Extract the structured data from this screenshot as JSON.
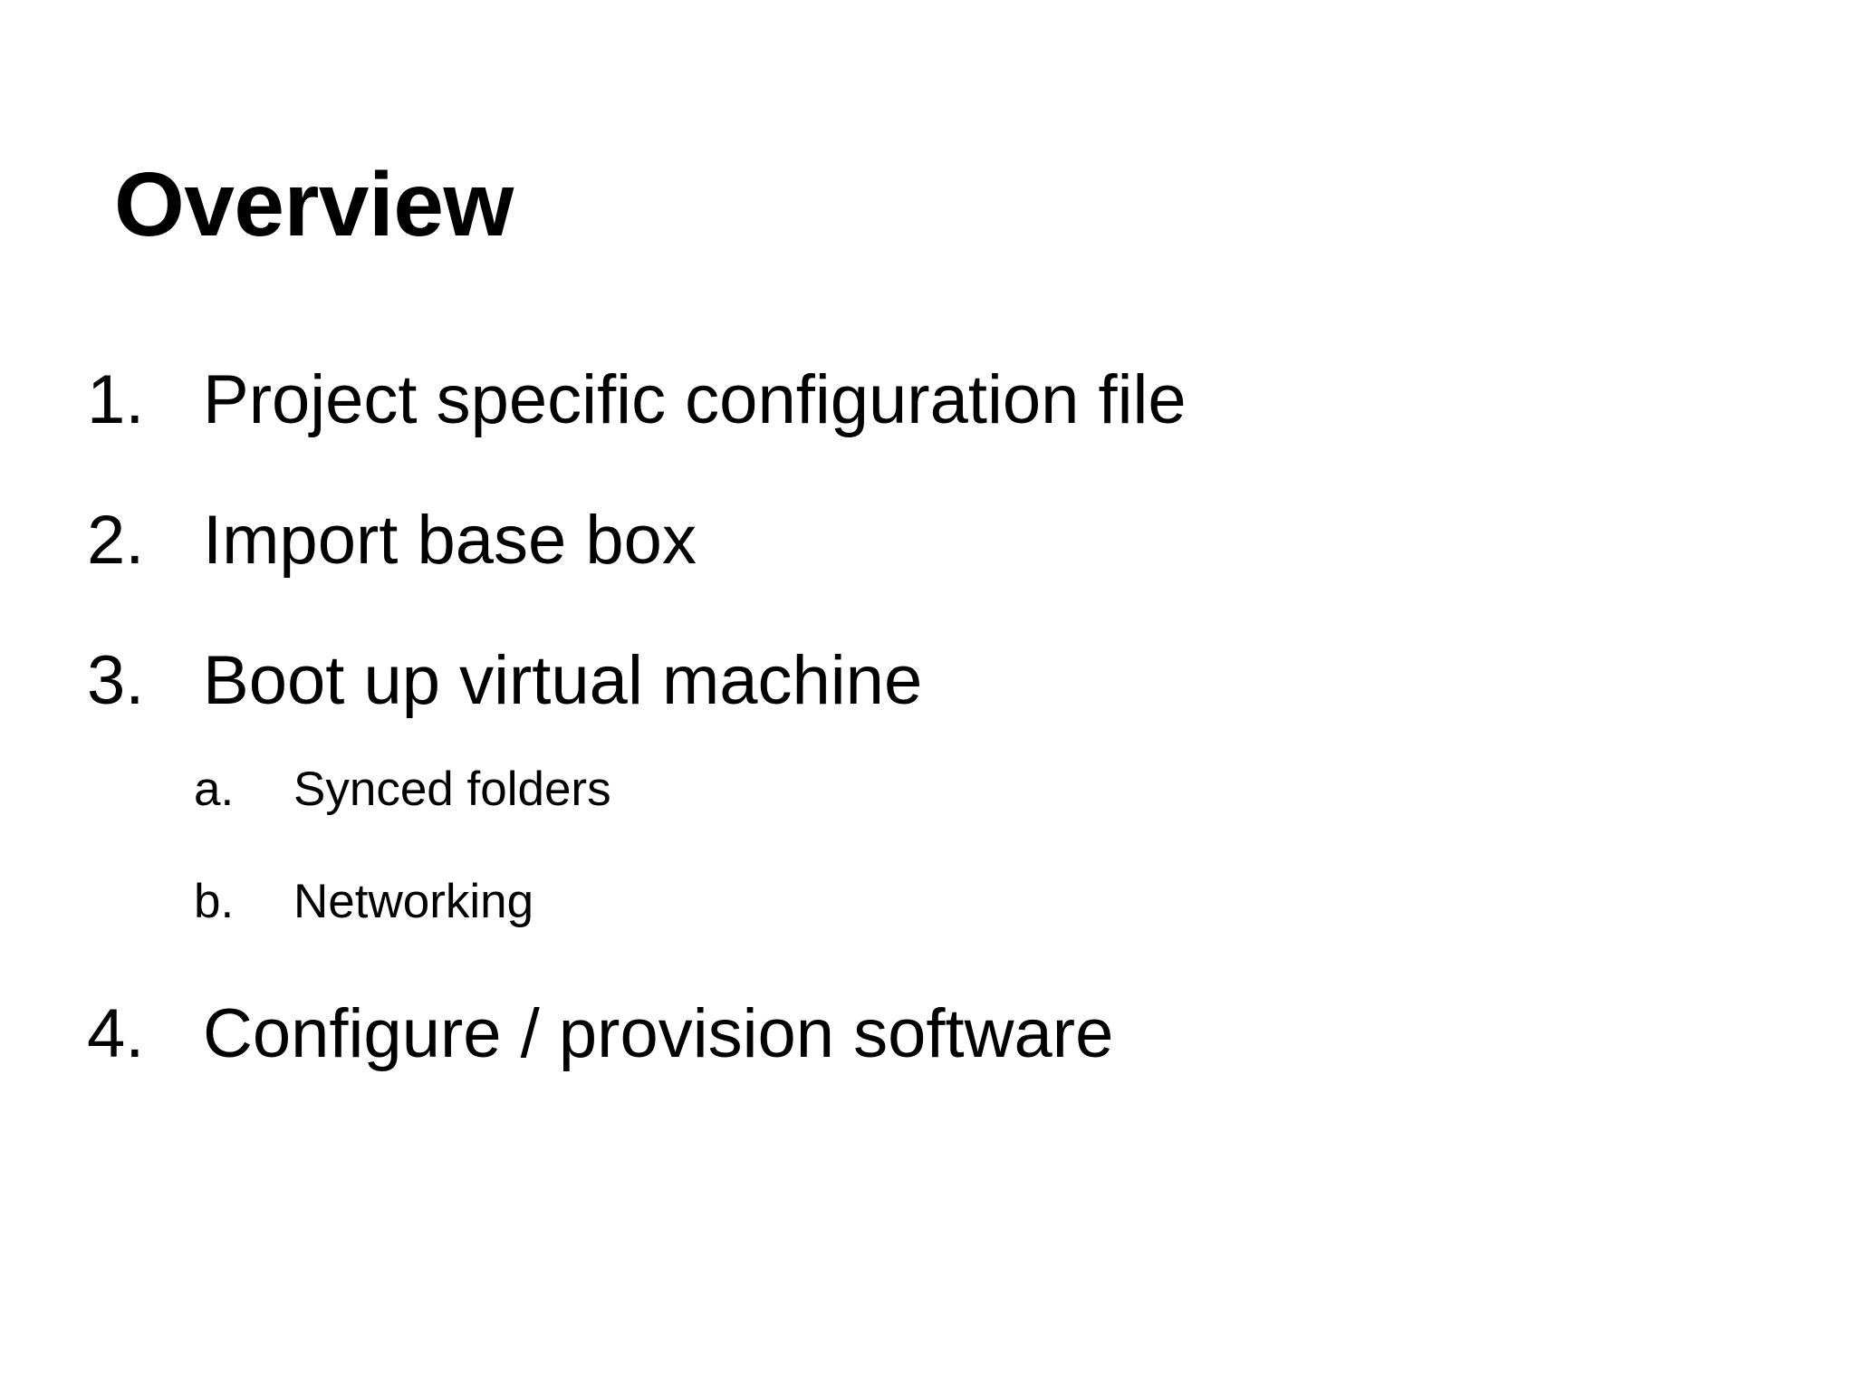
{
  "slide": {
    "title": "Overview",
    "background_color": "#ffffff",
    "text_color": "#000000",
    "items": [
      {
        "level": 1,
        "marker": "1.",
        "text": "Project specific configuration file"
      },
      {
        "level": 1,
        "marker": "2.",
        "text": "Import base box"
      },
      {
        "level": 1,
        "marker": "3.",
        "text": "Boot up virtual machine"
      },
      {
        "level": 2,
        "marker": "a.",
        "text": "Synced folders"
      },
      {
        "level": 2,
        "marker": "b.",
        "text": "Networking"
      },
      {
        "level": 1,
        "marker": "4.",
        "text": "Configure / provision software"
      }
    ]
  }
}
